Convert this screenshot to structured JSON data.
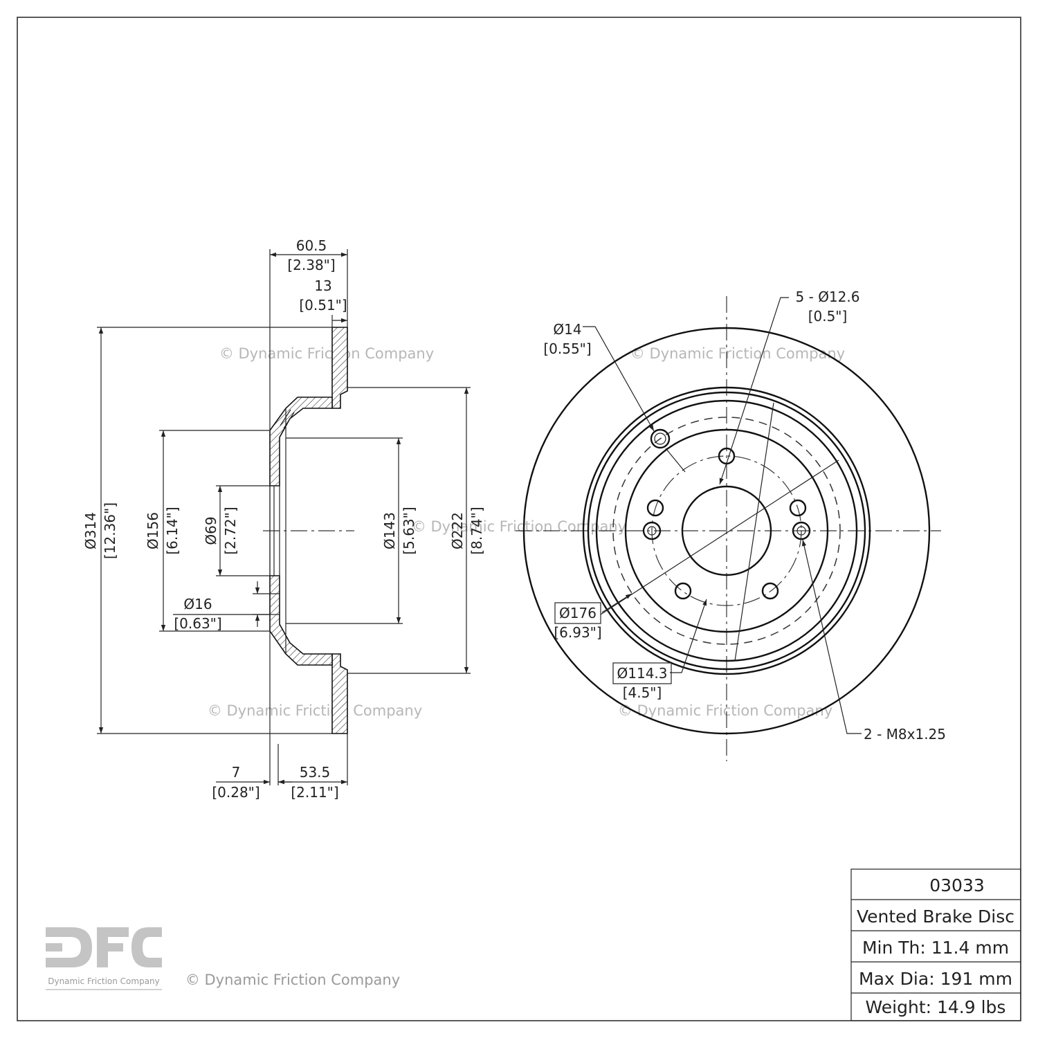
{
  "watermark": "© Dynamic Friction Company",
  "logo": {
    "letters": "DFC",
    "tagline": "Dynamic Friction Company"
  },
  "side_view": {
    "overall_width": {
      "mm": "60.5",
      "in": "[2.38\"]"
    },
    "rotor_thickness": {
      "mm": "13",
      "in": "[0.51\"]"
    },
    "outer_dia": {
      "mm": "Ø314",
      "in": "[12.36\"]"
    },
    "hat_dia": {
      "mm": "Ø156",
      "in": "[6.14\"]"
    },
    "center_bore": {
      "mm": "Ø69",
      "in": "[2.72\"]"
    },
    "hole_dia": {
      "mm": "Ø16",
      "in": "[0.63\"]"
    },
    "inner_dia": {
      "mm": "Ø143",
      "in": "[5.63\"]"
    },
    "friction_inner_dia": {
      "mm": "Ø222",
      "in": "[8.74\"]"
    },
    "hat_face_thickness": {
      "mm": "7",
      "in": "[0.28\"]"
    },
    "hat_height": {
      "mm": "53.5",
      "in": "[2.11\"]"
    }
  },
  "front_view": {
    "stud_holes": {
      "mm": "5 - Ø12.6",
      "in": "[0.5\"]"
    },
    "pilot_hole": {
      "mm": "Ø14",
      "in": "[0.55\"]"
    },
    "hat_circle": {
      "mm": "Ø176",
      "in": "[6.93\"]"
    },
    "bolt_circle": {
      "mm": "Ø114.3",
      "in": "[4.5\"]"
    },
    "thread": "2 - M8x1.25"
  },
  "title_block": {
    "part_number": "03033",
    "description": "Vented Brake Disc",
    "min_thickness": "Min Th: 11.4 mm",
    "max_diameter": "Max Dia: 191 mm",
    "weight": "Weight: 14.9 lbs"
  }
}
